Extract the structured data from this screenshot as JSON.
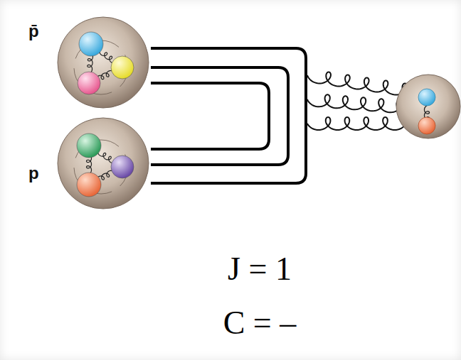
{
  "diagram": {
    "nodes": [
      {
        "text": [
          "p̄"
        ]
      },
      {
        "text": [
          "p"
        ]
      }
    ],
    "edges": [
      {
        "from": 0,
        "to": 1,
        "arrow": "none"
      },
      {
        "from": 0,
        "to": 1,
        "arrow": "none"
      },
      {
        "from": 0,
        "to": 1,
        "arrow": "none"
      }
    ],
    "labels": [
      "J = 1",
      "C = –"
    ]
  }
}
